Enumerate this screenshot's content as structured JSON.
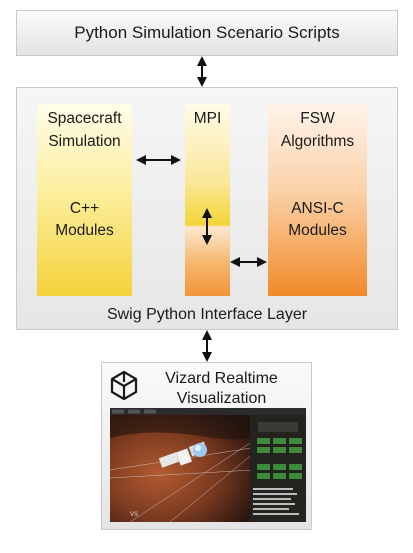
{
  "top": {
    "label": "Python Simulation Scenario Scripts"
  },
  "layer": {
    "label": "Swig Python Interface Layer"
  },
  "spacecraft": {
    "line1": "Spacecraft",
    "line2": "Simulation",
    "line3": "C++",
    "line4": "Modules"
  },
  "mpi": {
    "label": "MPI"
  },
  "fsw": {
    "line1": "FSW",
    "line2": "Algorithms",
    "line3": "ANSI-C",
    "line4": "Modules"
  },
  "vizard": {
    "line1": "Vizard Realtime",
    "line2": "Visualization",
    "logo_icon": "unity-cube-icon"
  },
  "colors": {
    "arrow": "#111111",
    "yellow": "#f4d23a",
    "orange": "#f08a27"
  }
}
